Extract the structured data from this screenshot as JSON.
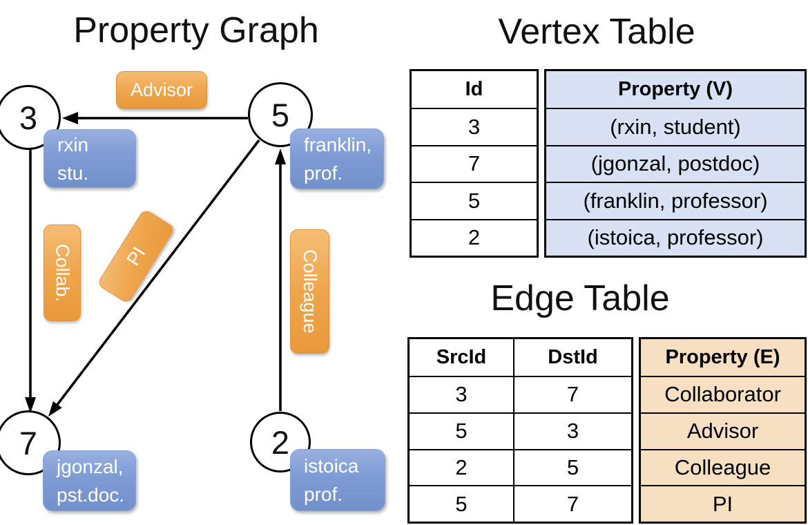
{
  "graph": {
    "title": "Property Graph",
    "vertices": [
      {
        "id": "3",
        "line1": "rxin",
        "line2": "stu."
      },
      {
        "id": "5",
        "line1": "franklin,",
        "line2": "prof."
      },
      {
        "id": "7",
        "line1": "jgonzal,",
        "line2": "pst.doc."
      },
      {
        "id": "2",
        "line1": "istoica",
        "line2": "prof."
      }
    ],
    "edge_labels": {
      "advisor": "Advisor",
      "collab": "Collab.",
      "pi": "PI",
      "colleague": "Colleague"
    }
  },
  "vertex_table": {
    "title": "Vertex Table",
    "columns": {
      "id": "Id",
      "property": "Property (V)"
    },
    "rows": [
      {
        "id": "3",
        "property": "(rxin, student)"
      },
      {
        "id": "7",
        "property": "(jgonzal, postdoc)"
      },
      {
        "id": "5",
        "property": "(franklin, professor)"
      },
      {
        "id": "2",
        "property": "(istoica, professor)"
      }
    ]
  },
  "edge_table": {
    "title": "Edge Table",
    "columns": {
      "src": "SrcId",
      "dst": "DstId",
      "property": "Property (E)"
    },
    "rows": [
      {
        "src": "3",
        "dst": "7",
        "property": "Collaborator"
      },
      {
        "src": "5",
        "dst": "3",
        "property": "Advisor"
      },
      {
        "src": "2",
        "dst": "5",
        "property": "Colleague"
      },
      {
        "src": "5",
        "dst": "7",
        "property": "PI"
      }
    ]
  },
  "colors": {
    "edge_label_orange": "#efa54d",
    "vertex_box_blue": "#7e9bd5",
    "vertex_table_cell_bg": "#d9e2f4",
    "edge_table_cell_bg": "#f7dfc2",
    "line_black": "#000000"
  }
}
